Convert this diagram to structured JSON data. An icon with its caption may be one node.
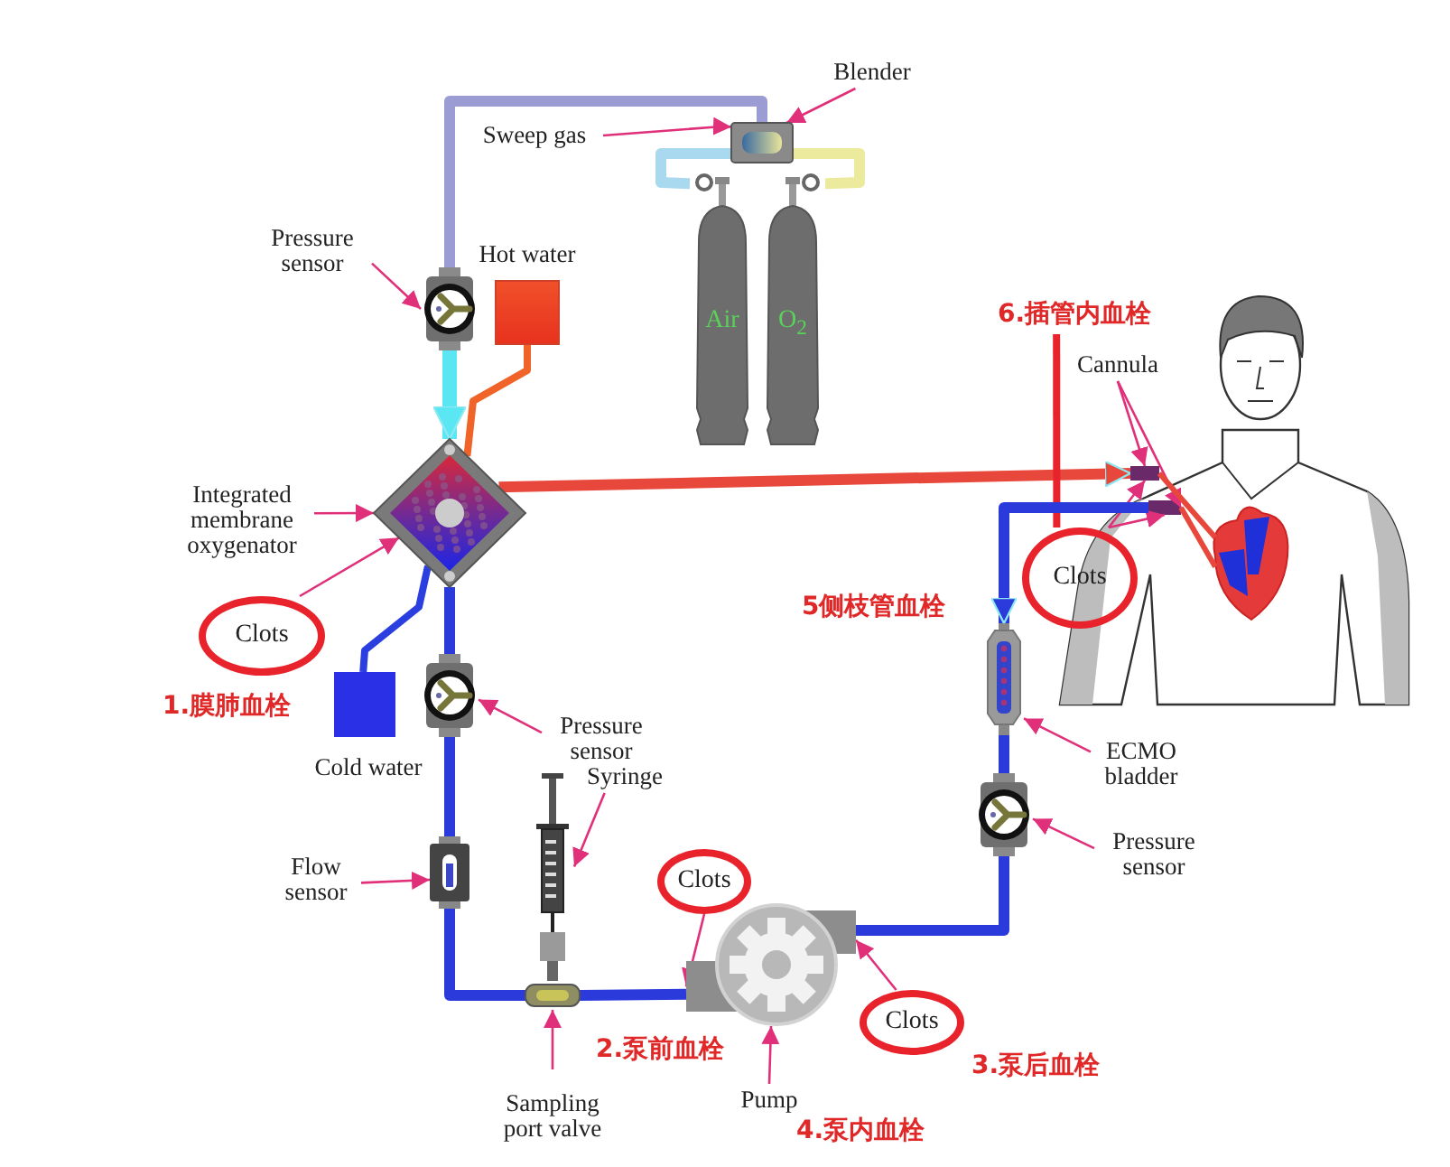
{
  "diagram": {
    "nodes": [
      {
        "text": [
          "Blender"
        ]
      },
      {
        "text": [],
        "shape": "picture"
      },
      {
        "text": [
          "Sweep gas"
        ]
      },
      {
        "text": [
          "Pressure sensor"
        ]
      },
      {
        "text": [],
        "shape": "picture"
      },
      {
        "text": [
          "Hot water"
        ]
      },
      {
        "text": [
          "Air"
        ]
      },
      {
        "text": [
          "O$_{2}$"
        ]
      },
      {
        "text": [
          "6.插管内血栓"
        ]
      },
      {
        "text": [
          "Cannula"
        ]
      },
      {
        "text": [],
        "shape": "person"
      },
      {
        "text": [
          "Integrated membrane oxygenator"
        ]
      },
      {
        "text": [],
        "shape": "diamond"
      },
      {
        "text": [
          "Clots"
        ]
      },
      {
        "text": [
          "Clots"
        ]
      },
      {
        "text": [
          "Cold water"
        ]
      },
      {
        "text": [],
        "shape": "picture"
      },
      {
        "text": [
          "Pressure sensor"
        ]
      },
      {
        "text": [],
        "shape": "picture"
      },
      {
        "text": [
          "ECMO bladder"
        ]
      },
      {
        "text": [
          "Syringe"
        ]
      },
      {
        "text": [],
        "shape": "picture"
      },
      {
        "text": [],
        "shape": "picture"
      },
      {
        "text": [
          "Pressure sensor"
        ]
      },
      {
        "text": [
          "Flow sensor"
        ]
      },
      {
        "text": [],
        "shape": "picture"
      },
      {
        "text": [
          "Clots"
        ]
      },
      {
        "text": [],
        "shape": "picture"
      },
      {
        "text": [],
        "shape": "picture"
      },
      {
        "text": [
          "Clots"
        ]
      },
      {
        "text": [
          "Sampling port valve"
        ]
      },
      {
        "text": [
          "Pump"
        ]
      },
      {
        "text": [],
        "shape": "bar",
        "in": 10
      },
      {
        "text": [],
        "shape": "bar",
        "in": 10
      },
      {
        "text": [],
        "shape": "picture",
        "in": 10
      }
    ],
    "edges": [
      {
        "from": 0,
        "to": 1,
        "arrow": "to"
      },
      {
        "from": 2,
        "to": 1,
        "arrow": "to"
      },
      {
        "from": 3,
        "to": 4,
        "arrow": "to"
      },
      {
        "from": 1,
        "to": 4,
        "arrow": "none",
        "style": "thick",
        "color": "#9c9cd4"
      },
      {
        "from": 6,
        "to": 1,
        "arrow": "none",
        "style": "thick",
        "color": "#a9d9ef"
      },
      {
        "from": 7,
        "to": 1,
        "arrow": "none",
        "style": "thick",
        "color": "#ecea9c"
      },
      {
        "from": 4,
        "to": 12,
        "arrow": "to",
        "style": "thick",
        "color": "#5ae6f2"
      },
      {
        "from": 5,
        "to": 12,
        "arrow": "none",
        "style": "thick",
        "color": "#f0642a"
      },
      {
        "from": 12,
        "to": 32,
        "arrow": "to",
        "style": "thick",
        "color": "#e8483c"
      },
      {
        "from": 8,
        "to": 13,
        "arrow": "none",
        "style": "thick",
        "color": "#e8232b"
      },
      {
        "from": 9,
        "to": 32,
        "arrow": "to"
      },
      {
        "from": 9,
        "to": 33,
        "arrow": "to"
      },
      {
        "from": 13,
        "to": 32,
        "arrow": "to"
      },
      {
        "from": 13,
        "to": 33,
        "arrow": "to"
      },
      {
        "from": 11,
        "to": 12,
        "arrow": "to"
      },
      {
        "from": 14,
        "to": 12,
        "arrow": "to"
      },
      {
        "from": 12,
        "to": 15,
        "arrow": "none",
        "style": "thick",
        "color": "#2b3fe0"
      },
      {
        "from": 33,
        "to": 18,
        "arrow": "to",
        "style": "thick",
        "color": "#2b3adb"
      },
      {
        "from": 18,
        "to": 22,
        "arrow": "none",
        "style": "thick",
        "color": "#2b3adb"
      },
      {
        "from": 22,
        "to": 27,
        "arrow": "none",
        "style": "thick",
        "color": "#2b3adb"
      },
      {
        "from": 27,
        "to": 28,
        "arrow": "none",
        "style": "thick",
        "color": "#2b3adb"
      },
      {
        "from": 28,
        "to": 25,
        "arrow": "none",
        "style": "thick",
        "color": "#2b3adb"
      },
      {
        "from": 25,
        "to": 16,
        "arrow": "none",
        "style": "thick",
        "color": "#2b3adb"
      },
      {
        "from": 16,
        "to": 12,
        "arrow": "none",
        "style": "thick",
        "color": "#2b3adb"
      },
      {
        "from": 17,
        "to": 16,
        "arrow": "to"
      },
      {
        "from": 19,
        "to": 18,
        "arrow": "to"
      },
      {
        "from": 20,
        "to": 21,
        "arrow": "to"
      },
      {
        "from": 23,
        "to": 22,
        "arrow": "to"
      },
      {
        "from": 24,
        "to": 25,
        "arrow": "to"
      },
      {
        "from": 26,
        "to": 27,
        "arrow": "to"
      },
      {
        "from": 29,
        "to": 27,
        "arrow": "to"
      },
      {
        "from": 30,
        "to": 28,
        "arrow": "to"
      },
      {
        "from": 31,
        "to": 27,
        "arrow": "to"
      },
      {
        "from": 32,
        "to": 34,
        "arrow": "none",
        "style": "thick",
        "color": "#e8483c"
      },
      {
        "from": 33,
        "to": 34,
        "arrow": "none",
        "style": "thick",
        "color": "#e8483c"
      }
    ],
    "labels": [
      "5侧枝管血栓",
      "1.膜肺血栓",
      "2.泵前血栓",
      "3.泵后血栓",
      "4.泵内血栓"
    ]
  }
}
